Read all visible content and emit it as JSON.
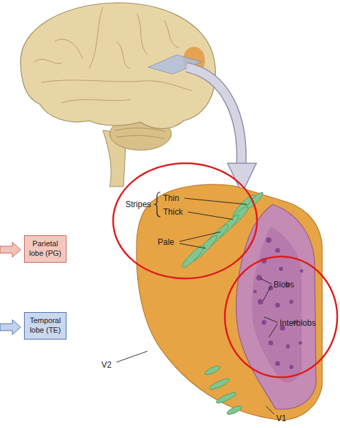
{
  "diagram": {
    "nodes": [
      {
        "text": [
          "Parietal lobe (PG)"
        ]
      },
      {
        "text": [
          "Temporal lobe (TE)"
        ]
      }
    ],
    "labels": [
      "Stripes",
      "Thin",
      "Thick",
      "Pale",
      "Blobs",
      "Interblobs",
      "V2",
      "V1"
    ]
  }
}
